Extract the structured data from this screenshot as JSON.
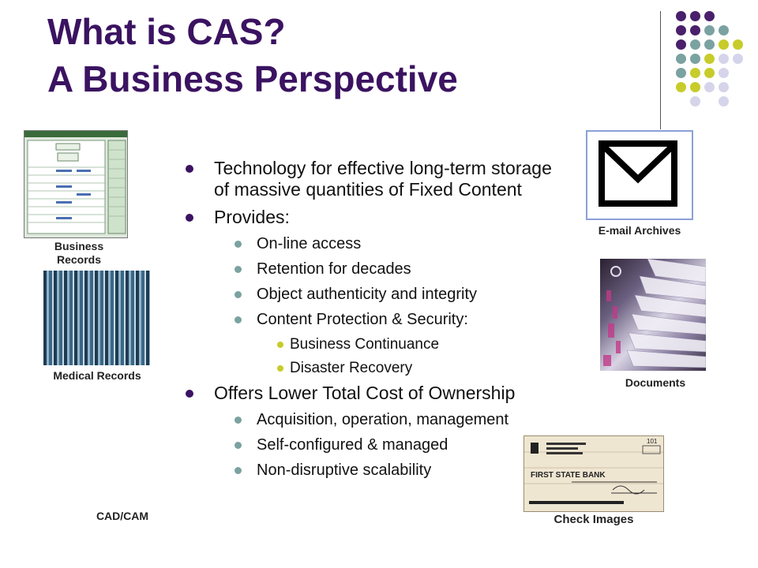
{
  "title": {
    "line1": "What is CAS?",
    "line2": "A Business Perspective"
  },
  "bullets": [
    {
      "level": 1,
      "text": "Technology for effective long-term storage of massive quantities of Fixed Content"
    },
    {
      "level": 1,
      "text": "Provides:"
    },
    {
      "level": 2,
      "text": "On-line access"
    },
    {
      "level": 2,
      "text": "Retention for decades"
    },
    {
      "level": 2,
      "text": "Object authenticity and integrity"
    },
    {
      "level": 2,
      "text": "Content Protection & Security:"
    },
    {
      "level": 3,
      "text": "Business Continuance"
    },
    {
      "level": 3,
      "text": "Disaster Recovery"
    },
    {
      "level": 1,
      "text": "Offers Lower Total Cost of Ownership"
    },
    {
      "level": 2,
      "text": "Acquisition, operation, management"
    },
    {
      "level": 2,
      "text": "Self-configured & managed"
    },
    {
      "level": 2,
      "text": "Non-disruptive scalability"
    }
  ],
  "captions": {
    "business_records": "Business Records",
    "medical_records": "Medical Records",
    "cad_cam": "CAD/CAM",
    "email_archives": "E-mail Archives",
    "documents": "Documents",
    "check_images": "Check Images"
  },
  "check": {
    "bank": "FIRST STATE BANK",
    "number": "101"
  },
  "colors": {
    "title": "#3b1361",
    "dot_purple": "#4a1f6b",
    "dot_teal": "#7aa2a0",
    "dot_yellow": "#c7cc2a",
    "dot_lavender": "#d6d4ea"
  }
}
